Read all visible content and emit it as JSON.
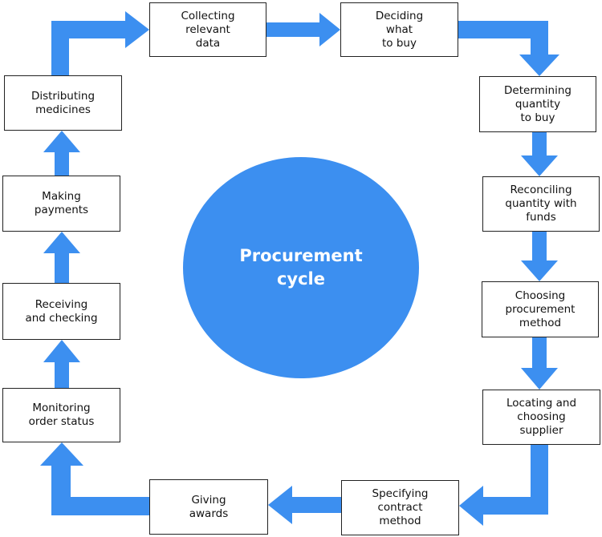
{
  "center": {
    "label": "Procurement\ncycle"
  },
  "steps": [
    "Collecting\nrelevant\ndata",
    "Deciding\nwhat\nto buy",
    "Determining\nquantity\nto buy",
    "Reconciling\nquantity with\nfunds",
    "Choosing\nprocurement\nmethod",
    "Locating and\nchoosing\nsupplier",
    "Specifying\ncontract\nmethod",
    "Giving\nawards",
    "Monitoring\norder status",
    "Receiving\nand checking",
    "Making\npayments",
    "Distributing\nmedicines"
  ],
  "colors": {
    "arrow": "#3c8ff0",
    "circle": "#3c8ff0",
    "box_border": "#222222"
  }
}
